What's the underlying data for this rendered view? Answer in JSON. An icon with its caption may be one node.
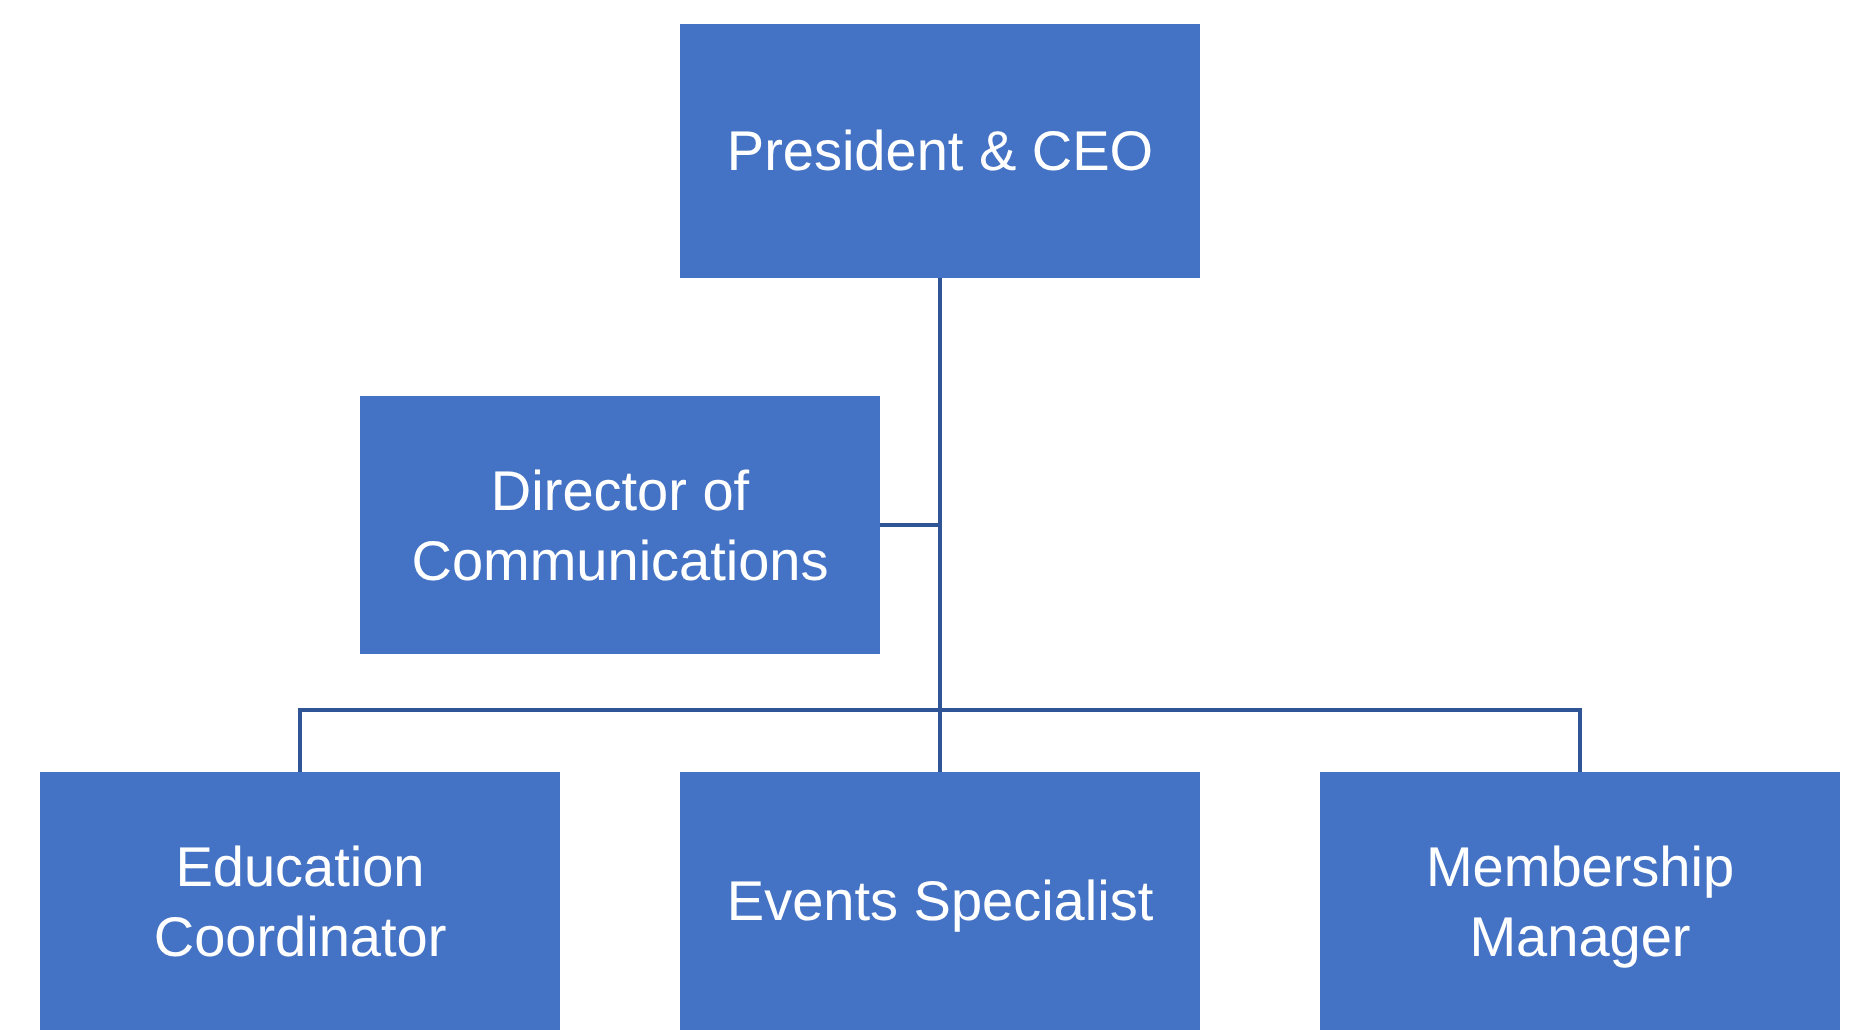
{
  "diagram": {
    "nodes": [
      {
        "text": [
          "President & CEO"
        ]
      },
      {
        "text": [
          "Director of Communications"
        ]
      },
      {
        "text": [
          "Education Coordinator"
        ]
      },
      {
        "text": [
          "Events Specialist"
        ]
      },
      {
        "text": [
          "Membership Manager"
        ]
      }
    ],
    "edges": [
      {
        "from": 0,
        "to": 1,
        "arrow": "none"
      },
      {
        "from": 0,
        "to": 2,
        "arrow": "none"
      },
      {
        "from": 0,
        "to": 3,
        "arrow": "none"
      },
      {
        "from": 0,
        "to": 4,
        "arrow": "none"
      }
    ]
  }
}
